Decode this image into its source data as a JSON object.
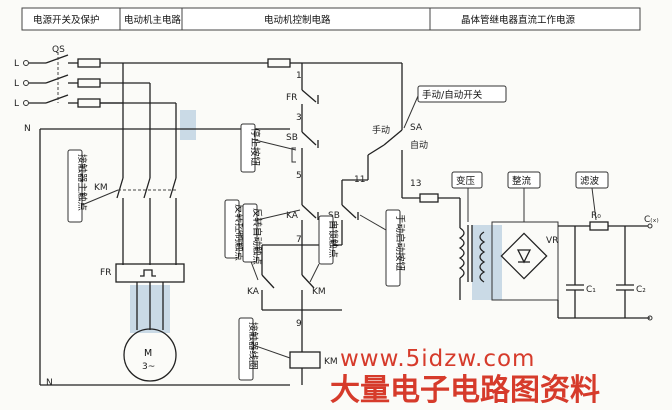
{
  "header": {
    "col1": "电源开关及保护",
    "col2": "电动机主电路",
    "col3": "电动机控制电路",
    "col4": "晶体管继电器直流工作电源"
  },
  "callouts": {
    "stop_button": "停止按钮",
    "reverse_aux_contact": "反转控制触点",
    "auto_reverse_contact": "反转自动触点",
    "self_lock_contact": "自锁触点",
    "manual_start_button": "手动启动按钮",
    "contactor_main_contact": "接触器主触点",
    "contactor_coil": "接触器线圈",
    "manual_auto_switch": "手动/自动开关",
    "transformer": "变压",
    "rectifier": "整流",
    "filter": "滤波"
  },
  "labels": {
    "L1": "L",
    "L2": "L",
    "L3": "L",
    "N": "N",
    "N2": "N",
    "QS": "QS",
    "FR_main": "FR",
    "FR_ctrl": "FR",
    "SB1": "SB",
    "SB2": "SB",
    "KM_main": "KM",
    "KM_self": "KM",
    "KM_coil": "KM",
    "KA1": "KA",
    "KA2": "KA",
    "SA": "SA",
    "manual": "手动",
    "auto": "自动",
    "n1": "1",
    "n3": "3",
    "n5": "5",
    "n7": "7",
    "n9": "9",
    "n11": "11",
    "n13": "13",
    "motor": "M",
    "motor_type": "3~",
    "R0": "R₀",
    "C1": "C₁",
    "C2": "C₂",
    "VCC": "C₍ₓ₎"
  },
  "watermark": {
    "url": "www.5idzw.com",
    "cn": "大量电子电路图资料"
  },
  "colors": {
    "ink": "#222222",
    "watermark": "#d63b2b",
    "shade": "#b9cfe0"
  }
}
